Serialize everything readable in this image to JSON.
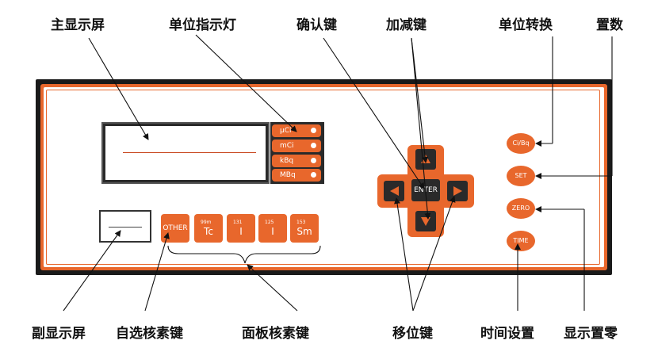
{
  "callouts": {
    "main_display": "主显示屏",
    "unit_indicator": "单位指示灯",
    "confirm_key": "确认键",
    "plus_minus_key": "加减键",
    "unit_convert": "单位转换",
    "set_value": "置数",
    "sub_display": "副显示屏",
    "custom_nuclide_key": "自选核素键",
    "panel_nuclide_key": "面板核素键",
    "shift_key": "移位键",
    "time_setting": "时间设置",
    "display_zero": "显示置零"
  },
  "units": [
    "µCi",
    "mCi",
    "kBq",
    "MBq"
  ],
  "nuclide_keys": [
    {
      "sup": "99m",
      "sym": "Tc"
    },
    {
      "sup": "131",
      "sym": "I"
    },
    {
      "sup": "125",
      "sym": "I"
    },
    {
      "sup": "153",
      "sym": "Sm"
    }
  ],
  "other_key": "OTHER",
  "enter_key": "ENTER",
  "side_buttons": {
    "ci_bq": "Ci/Bq",
    "set": "SET",
    "zero": "ZERO",
    "time": "TIME"
  },
  "colors": {
    "accent": "#e8672c",
    "panel_dark": "#1a1a1a"
  }
}
